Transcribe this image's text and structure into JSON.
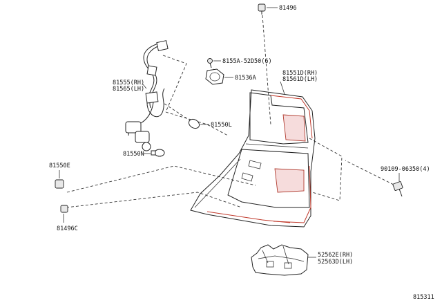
{
  "labels": {
    "p81496_top": "81496",
    "p8155A": "8155A-52D50(6)",
    "p81536A": "81536A",
    "p81555": "81555(RH)",
    "p81565": "81565(LH)",
    "p81551D": "81551D(RH)",
    "p81561D": "81561D(LH)",
    "p81550L": "81550L",
    "p81550N": "81550N",
    "p81550E": "81550E",
    "p90109": "90109-06350(4)",
    "p81496C": "81496C",
    "p52562E": "52562E(RH)",
    "p52563D": "52563D(LH)",
    "diagram_id": "815311"
  }
}
